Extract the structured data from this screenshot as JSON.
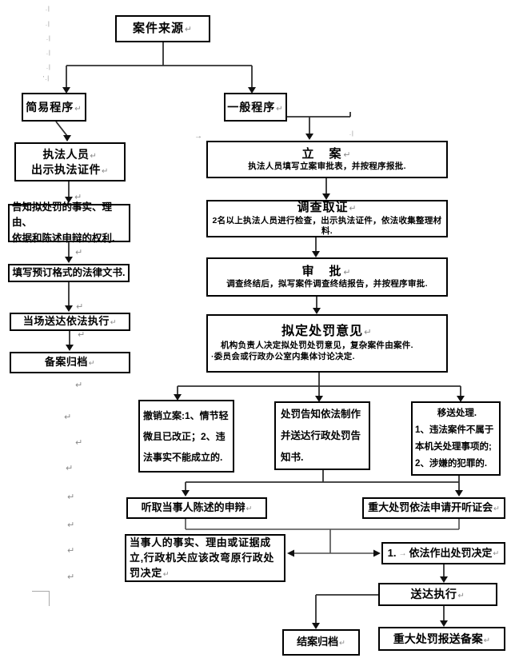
{
  "marks": {
    "pilcrow": "↵",
    "tab_arrow": "→",
    "dot_mark": ".|",
    "tick_mark": "'.|",
    "arrow_mark": "→"
  },
  "flow": {
    "case_source": {
      "label": "案件来源"
    },
    "simple_procedure": {
      "label": "简易程序"
    },
    "general_procedure": {
      "label": "一般程序"
    },
    "law_officer": {
      "line1": "执法人员",
      "line2": "出示执法证件"
    },
    "inform_rights": {
      "line1": "告知拟处罚的事实、理由、",
      "line2": "依据和陈述申辩的权利."
    },
    "fill_document": {
      "label": "填写预订格式的法律文书."
    },
    "onsite_delivery": {
      "label": "当场送达依法执行"
    },
    "record_filing": {
      "label": "备案归档"
    },
    "case_filing": {
      "title": "立　案",
      "sub": "执法人员填写立案审批表，并按程序报批."
    },
    "investigation": {
      "title": "调查取证",
      "sub": "2名以上执法人员进行检查，出示执法证件，依法收集整理材料."
    },
    "approval": {
      "title": "审　批",
      "sub": "调查终结后，拟写案件调查终结报告，并按程序审批."
    },
    "draft_penalty": {
      "title": "拟定处罚意见",
      "sub1": "机构负责人决定拟处罚处罚意见，复杂案件由案件.",
      "sub2": "·委员会或行政办公室内集体讨论决定."
    },
    "revoke_case": {
      "line1": "撤销立案:1、情节轻",
      "line2": "微且已改正；2、违",
      "line3": "法事实不能成立的."
    },
    "penalty_notice": {
      "line1": "处罚告知依法制作",
      "line2": "并送达行政处罚告",
      "line3": "知书."
    },
    "transfer_case": {
      "line1": "移送处理.",
      "line2": "1、违法案件不属于",
      "line3": "本机关处理事项的;",
      "line4": "2、涉嫌的犯罪的."
    },
    "hear_defense": {
      "label": "听取当事人陈述的申辩"
    },
    "hearing_request": {
      "label": "重大处罚依法申请开听证会"
    },
    "party_facts": {
      "line1": "当事人的事实、理由或证据成",
      "line2": "立,行政机关应该改弯原行政处",
      "line3": "罚决定"
    },
    "make_decision": {
      "num": "1.",
      "label": "依法作出处罚决定"
    },
    "delivery_execution": {
      "label": "送达执行"
    },
    "case_closing": {
      "label": "结案归档"
    },
    "major_penalty_report": {
      "label": "重大处罚报送备案"
    }
  }
}
